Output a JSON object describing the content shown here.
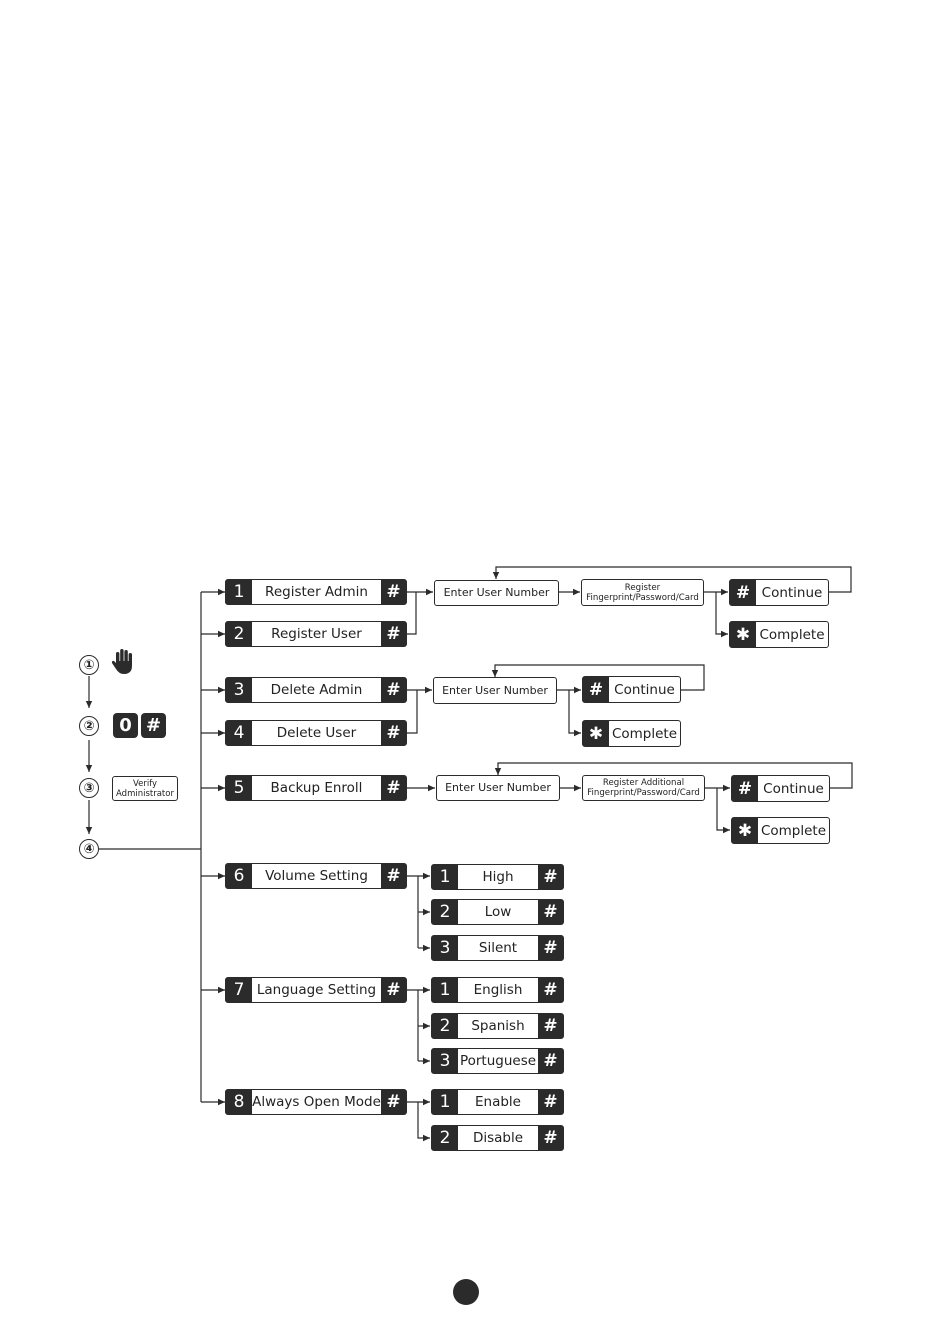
{
  "steps": {
    "step1": "①",
    "step2": "②",
    "step3": "③",
    "step4": "④",
    "hand_icon": "hand-icon",
    "key_zero": "0",
    "key_hash": "#",
    "verify_admin": "Verify Administrator"
  },
  "menu": [
    {
      "key": "1",
      "label": "Register Admin",
      "hash": "#"
    },
    {
      "key": "2",
      "label": "Register User",
      "hash": "#"
    },
    {
      "key": "3",
      "label": "Delete Admin",
      "hash": "#"
    },
    {
      "key": "4",
      "label": "Delete User",
      "hash": "#"
    },
    {
      "key": "5",
      "label": "Backup Enroll",
      "hash": "#"
    },
    {
      "key": "6",
      "label": "Volume Setting",
      "hash": "#"
    },
    {
      "key": "7",
      "label": "Language Setting",
      "hash": "#"
    },
    {
      "key": "8",
      "label": "Always Open Mode",
      "hash": "#"
    }
  ],
  "register_flow": {
    "enter_user": "Enter User Number",
    "register": "Register Fingerprint/Password/Card",
    "continue_key": "#",
    "continue": "Continue",
    "complete_key": "✱",
    "complete": "Complete"
  },
  "delete_flow": {
    "enter_user": "Enter User Number",
    "continue_key": "#",
    "continue": "Continue",
    "complete_key": "✱",
    "complete": "Complete"
  },
  "backup_flow": {
    "enter_user": "Enter User Number",
    "register": "Register Additional Fingerprint/Password/Card",
    "continue_key": "#",
    "continue": "Continue",
    "complete_key": "✱",
    "complete": "Complete"
  },
  "volume_options": [
    {
      "key": "1",
      "label": "High",
      "hash": "#"
    },
    {
      "key": "2",
      "label": "Low",
      "hash": "#"
    },
    {
      "key": "3",
      "label": "Silent",
      "hash": "#"
    }
  ],
  "language_options": [
    {
      "key": "1",
      "label": "English",
      "hash": "#"
    },
    {
      "key": "2",
      "label": "Spanish",
      "hash": "#"
    },
    {
      "key": "3",
      "label": "Portuguese",
      "hash": "#"
    }
  ],
  "open_mode_options": [
    {
      "key": "1",
      "label": "Enable",
      "hash": "#"
    },
    {
      "key": "2",
      "label": "Disable",
      "hash": "#"
    }
  ]
}
